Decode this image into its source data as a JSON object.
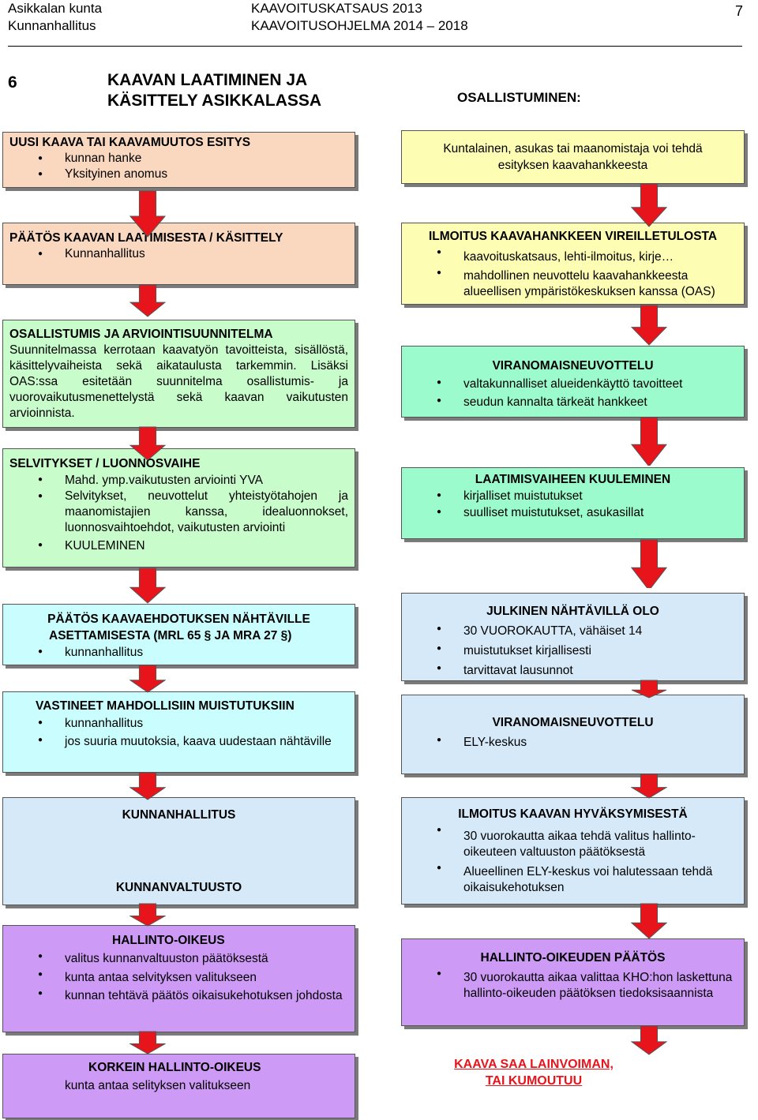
{
  "header": {
    "left_line1": "Asikkalan kunta",
    "left_line2": "Kunnanhallitus",
    "center_line1": "KAAVOITUSKATSAUS 2013",
    "center_line2": "KAAVOITUSOHJELMA 2014 – 2018",
    "page_number": "7"
  },
  "section": {
    "number": "6",
    "title_line1": "KAAVAN LAATIMINEN JA",
    "title_line2": "KÄSITTELY ASIKKALASSA",
    "participation_heading": "OSALLISTUMINEN:"
  },
  "left_boxes": {
    "initiative": {
      "title": "UUSI KAAVA TAI KAAVAMUUTOS ESITYS",
      "items": [
        "kunnan hanke",
        "Yksityinen anomus"
      ]
    },
    "decision": {
      "title": "PÄÄTÖS KAAVAN LAATIMISESTA / KÄSITTELY",
      "items": [
        "Kunnanhallitus"
      ]
    },
    "oas": {
      "title": "OSALLISTUMIS JA ARVIOINTISUUNNITELMA",
      "body": "Suunnitelmassa kerrotaan kaavatyön tavoitteista, sisällöstä, käsittelyvaiheista sekä aikataulusta tarkemmin. Lisäksi OAS:ssa esitetään suunnitelma osallistumis- ja vuorovaikutusmenettelystä sekä kaavan vaikutusten arvioinnista."
    },
    "reports": {
      "title": "SELVITYKSET / LUONNOSVAIHE",
      "items": [
        "Mahd. ymp.vaikutusten arviointi YVA",
        "Selvitykset, neuvottelut yhteistyötahojen ja maanomistajien kanssa, idealuonnokset, luonnosvaihtoehdot, vaikutusten arviointi",
        "KUULEMINEN"
      ]
    },
    "proposal": {
      "title_line1": "PÄÄTÖS KAAVAEHDOTUKSEN NÄHTÄVILLE",
      "title_line2": "ASETTAMISESTA (MRL 65 § JA MRA 27 §)",
      "items": [
        "kunnanhallitus"
      ]
    },
    "responses": {
      "title": "VASTINEET MAHDOLLISIIN MUISTUTUKSIIN",
      "items": [
        "kunnanhallitus",
        "jos suuria muutoksia, kaava uudestaan nähtäville"
      ]
    },
    "councils": {
      "board": "KUNNANHALLITUS",
      "council": "KUNNANVALTUUSTO"
    },
    "admin_court": {
      "title": "HALLINTO-OIKEUS",
      "items": [
        "valitus kunnanvaltuuston päätöksestä",
        "kunta antaa selvityksen valitukseen",
        "kunnan tehtävä päätös oikaisukehotuksen johdosta"
      ]
    },
    "supreme_court": {
      "title": "KORKEIN HALLINTO-OIKEUS",
      "body": "kunta antaa selityksen valitukseen"
    }
  },
  "right_boxes": {
    "citizen": {
      "line1": "Kuntalainen, asukas tai maanomistaja voi tehdä",
      "line2": "esityksen kaavahankkeesta"
    },
    "announcement": {
      "title": "ILMOITUS KAAVAHANKKEEN VIREILLETULOSTA",
      "items": [
        "kaavoituskatsaus, lehti-ilmoitus, kirje…",
        "mahdollinen neuvottelu kaavahankkeesta alueellisen ympäristökeskuksen kanssa (OAS)"
      ]
    },
    "authority1": {
      "title": "VIRANOMAISNEUVOTTELU",
      "items": [
        "valtakunnalliset alueidenkäyttö tavoitteet",
        "seudun kannalta tärkeät hankkeet"
      ]
    },
    "hearing": {
      "title": "LAATIMISVAIHEEN KUULEMINEN",
      "items": [
        "kirjalliset muistutukset",
        "suulliset muistutukset, asukasillat"
      ]
    },
    "public": {
      "title": "JULKINEN NÄHTÄVILLÄ OLO",
      "items": [
        "30 VUOROKAUTTA, vähäiset 14",
        "muistutukset kirjallisesti",
        "tarvittavat lausunnot"
      ]
    },
    "authority2": {
      "title": "VIRANOMAISNEUVOTTELU",
      "items": [
        "ELY-keskus"
      ]
    },
    "approval_notice": {
      "title": "ILMOITUS KAAVAN HYVÄKSYMISESTÄ",
      "items": [
        "30 vuorokautta aikaa tehdä valitus hallinto-oikeuteen valtuuston päätöksestä",
        "Alueellinen ELY-keskus voi halutessaan tehdä oikaisukehotuksen"
      ]
    },
    "court_decision": {
      "title": "HALLINTO-OIKEUDEN PÄÄTÖS",
      "items": [
        "30 vuorokautta aikaa valittaa KHO:hon laskettuna hallinto-oikeuden päätöksen tiedoksisaannista"
      ]
    },
    "final_line1": "KAAVA SAA LAINVOIMAN,",
    "final_line2": "TAI KUMOUTUU"
  },
  "colors": {
    "peach": "#fad8c0",
    "yellow": "#fdfdb4",
    "mint": "#c8fccb",
    "green": "#9cfbcc",
    "cyan": "#cafdfd",
    "light_blue": "#d5e9f9",
    "violet": "#cd9af5",
    "arrow_red": "#e8141c"
  },
  "icons": {
    "arrow": "down-arrow-icon"
  }
}
